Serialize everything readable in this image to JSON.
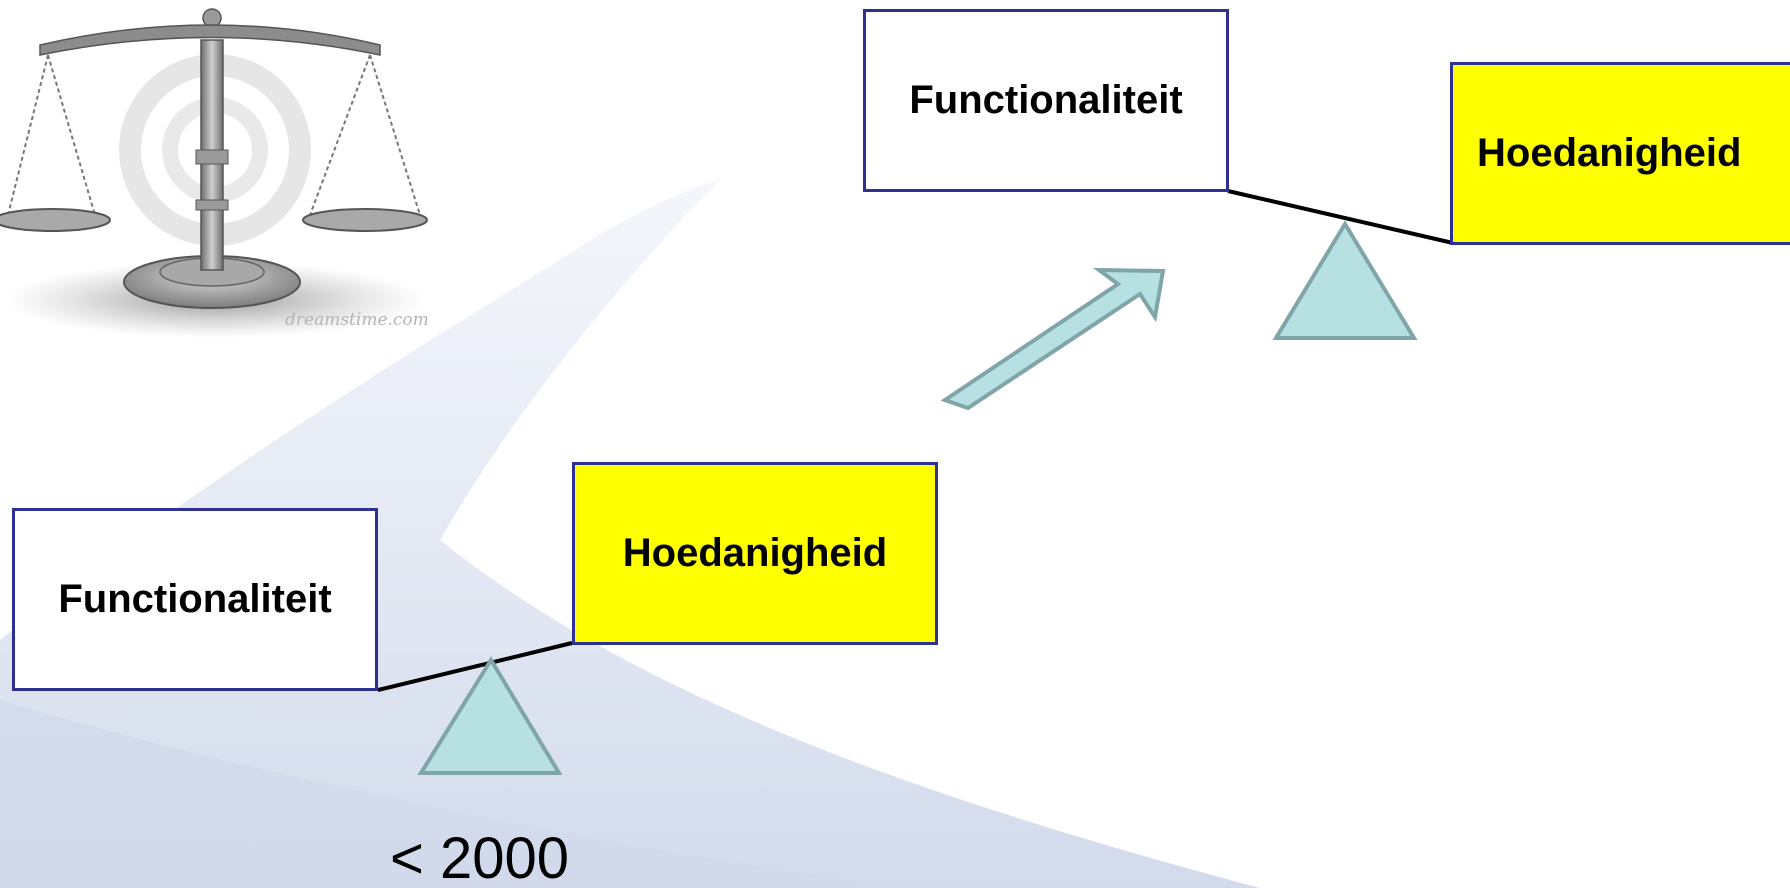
{
  "left_balance": {
    "functional_label": "Functionaliteit",
    "quality_label": "Hoedanigheid",
    "year_label": "< 2000"
  },
  "right_balance": {
    "functional_label": "Functionaliteit",
    "quality_label": "Hoedanigheid"
  },
  "scale_image": {
    "icon": "balance-scale-icon",
    "watermark": "dreamstime.com"
  },
  "colors": {
    "box_border": "#2e3192",
    "highlight_box": "#ffff00",
    "triangle_fill": "#b7e0e3",
    "triangle_stroke": "#7fa5a8",
    "background_swoosh": "#dbe1ef"
  }
}
